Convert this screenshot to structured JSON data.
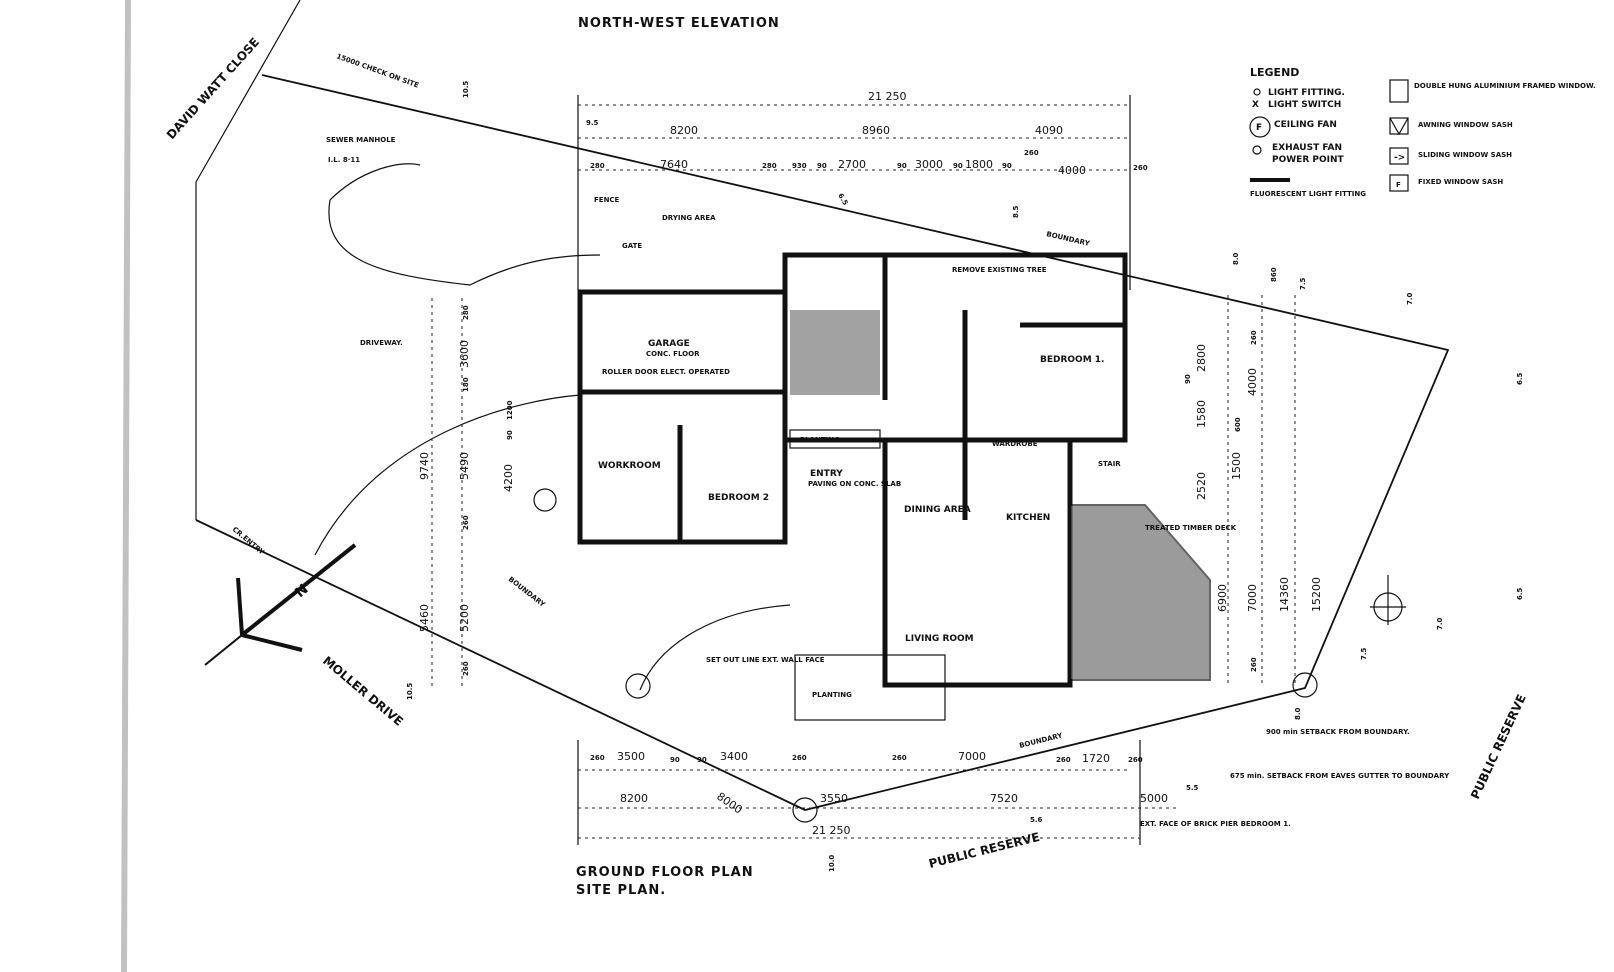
{
  "titles": {
    "elevation": "NORTH-WEST ELEVATION",
    "plan_line1": "GROUND FLOOR PLAN",
    "plan_line2": "SITE PLAN."
  },
  "streets": {
    "david_watt_close": "DAVID WATT CLOSE",
    "moller_drive": "MOLLER DRIVE",
    "public_reserve_bottom": "PUBLIC RESERVE",
    "public_reserve_right": "PUBLIC RESERVE"
  },
  "legend": {
    "title": "LEGEND",
    "items": [
      {
        "symbol": "O",
        "label": "LIGHT FITTING."
      },
      {
        "symbol": "X",
        "label": "LIGHT SWITCH"
      },
      {
        "symbol": "F",
        "label": "CEILING FAN"
      },
      {
        "symbol": "P",
        "label": "EXHAUST FAN"
      },
      {
        "symbol": "P",
        "label": "POWER POINT"
      },
      {
        "symbol": "==",
        "label": "FLUORESCENT LIGHT FITTING"
      },
      {
        "symbol": "DH",
        "label": "DOUBLE HUNG ALUMINIUM FRAMED WINDOW."
      },
      {
        "symbol": "AW",
        "label": "AWNING WINDOW SASH"
      },
      {
        "symbol": "->",
        "label": "SLIDING WINDOW SASH"
      },
      {
        "symbol": "F",
        "label": "FIXED WINDOW SASH"
      }
    ]
  },
  "rooms": {
    "garage": "GARAGE",
    "garage_sub": "CONC. FLOOR",
    "workroom": "WORKROOM",
    "bedroom2": "BEDROOM 2",
    "bedroom1": "BEDROOM 1.",
    "entry": "ENTRY",
    "entry_sub": "PAVING ON CONC. SLAB",
    "dining": "DINING AREA",
    "living": "LIVING ROOM",
    "kitchen": "KITCHEN",
    "driveway": "DRIVEWAY.",
    "drying": "DRYING AREA",
    "planting1": "PLANTING",
    "planting2": "PLANTING",
    "wardrobe": "WARDROBE",
    "deck": "TREATED TIMBER DECK",
    "stair": "STAIR"
  },
  "notes": {
    "fence": "FENCE",
    "gate": "GATE",
    "sewer": "SEWER MANHOLE",
    "sewer_il": "I.L. 8·11",
    "check": "15000 CHECK ON SITE",
    "remove_tree": "REMOVE EXISTING TREE",
    "roller_door": "ROLLER DOOR ELECT. OPERATED",
    "setout": "SET OUT LINE EXT. WALL FACE",
    "setback1": "900 min SETBACK FROM BOUNDARY.",
    "setback2": "675 min. SETBACK FROM EAVES GUTTER TO BOUNDARY",
    "ext_face": "EXT. FACE OF BRICK PIER BEDROOM 1.",
    "crossing": "CR.ENTRY",
    "boundary": "BOUNDARY",
    "north": "N"
  },
  "dimensions": {
    "top_total": "21 250",
    "top": [
      "8200",
      "8960",
      "4090"
    ],
    "top_detail": [
      "280",
      "7640",
      "280",
      "930",
      "90",
      "2700",
      "90",
      "3000",
      "90",
      "1800",
      "90",
      "260",
      "4000",
      "260"
    ],
    "left": [
      "280",
      "3600",
      "180",
      "1200",
      "90",
      "4200",
      "260",
      "9740",
      "5490",
      "5200",
      "5460",
      "260"
    ],
    "right": [
      "860",
      "260",
      "2800",
      "90",
      "4000",
      "1580",
      "600",
      "1500",
      "2520",
      "6900",
      "7000",
      "14360",
      "15200",
      "260"
    ],
    "bottom_detail": [
      "260",
      "3500",
      "90",
      "90",
      "3400",
      "260",
      "260",
      "7000",
      "260",
      "1720",
      "260"
    ],
    "bottom": [
      "8200",
      "3550",
      "7520",
      "5000"
    ],
    "bottom_total": "21 250",
    "diag": "8000",
    "levels": [
      "10.5",
      "9.5",
      "8.5",
      "8.0",
      "7.5",
      "7.0",
      "6.5",
      "6.5",
      "7.0",
      "7.5",
      "8.0",
      "5.6",
      "5.5",
      "10.0",
      "10.5",
      "6.5"
    ]
  }
}
